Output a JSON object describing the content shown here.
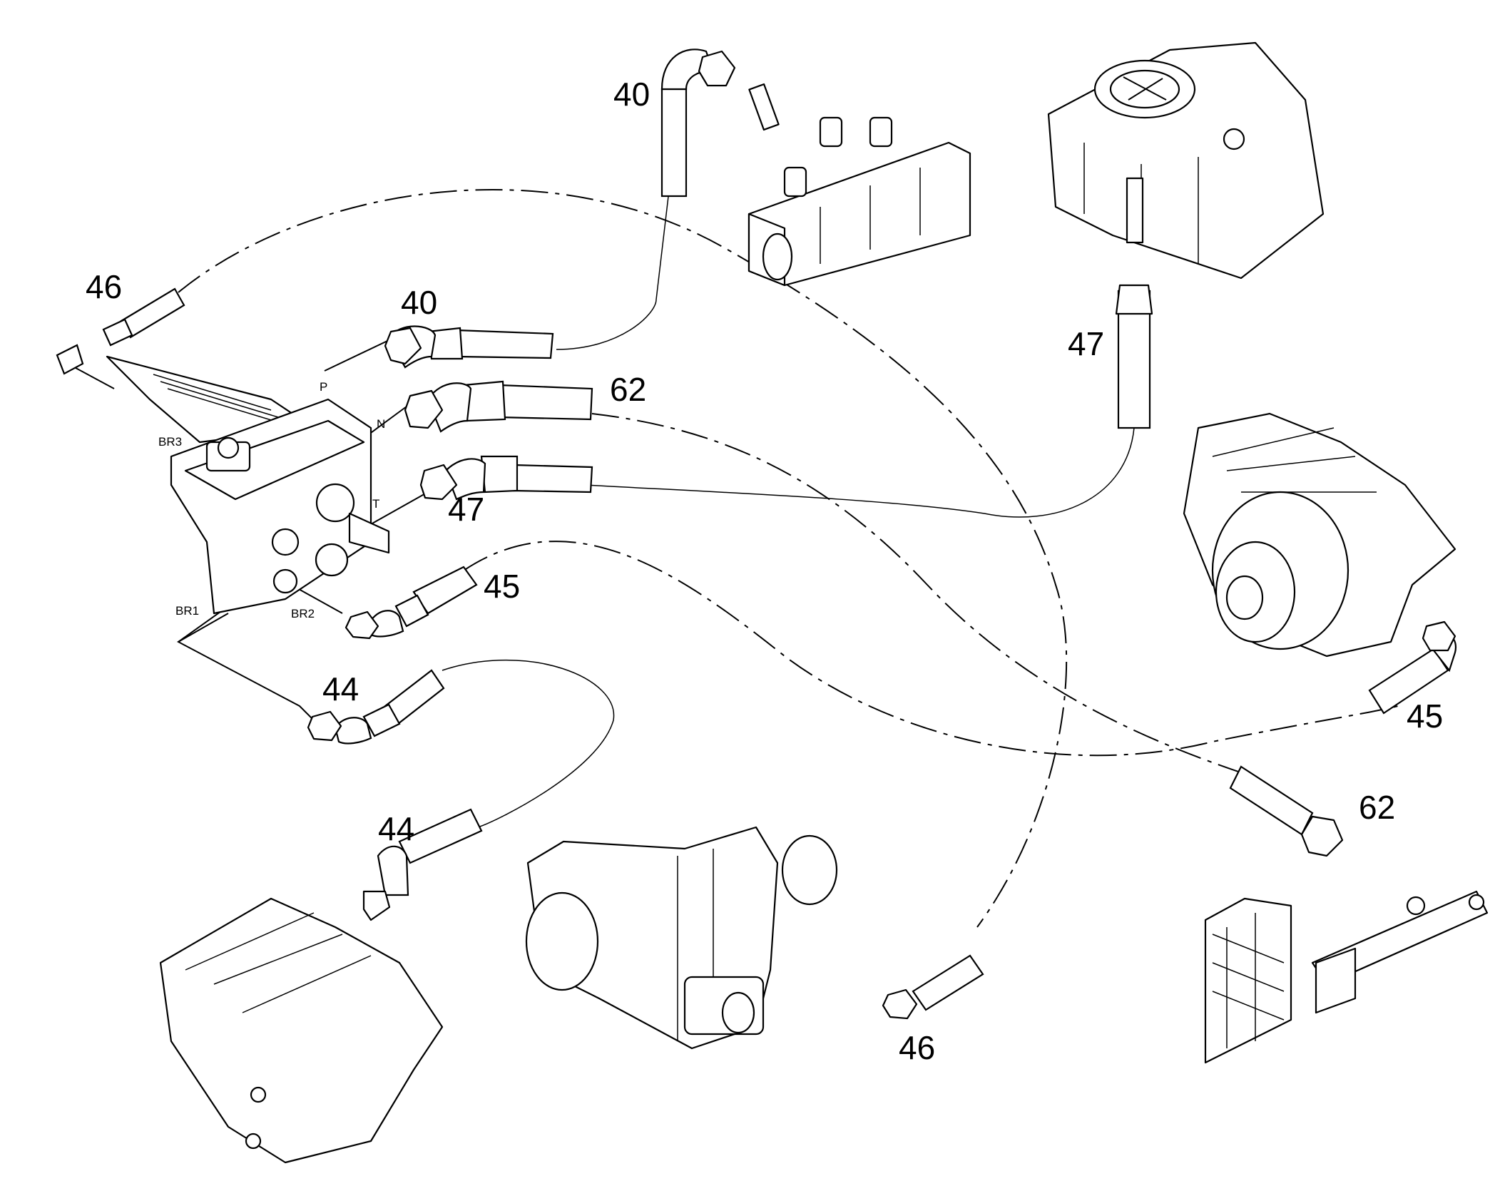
{
  "diagram": {
    "part_numbers": {
      "hose_40_pump": "40",
      "hose_40_valve": "40",
      "hose_46_valve": "46",
      "hose_46_axle": "46",
      "hose_62_valve": "62",
      "hose_62_right": "62",
      "hose_47_valve": "47",
      "hose_47_tank": "47",
      "hose_45_valve": "45",
      "hose_45_right": "45",
      "hose_44_valve": "44",
      "hose_44_lower": "44"
    },
    "port_labels": {
      "p": "P",
      "n": "N",
      "t": "T",
      "br1": "BR1",
      "br2": "BR2",
      "br3": "BR3"
    },
    "components": {
      "brake_valve": "brake-valve-pedal-icon",
      "hydraulic_pump": "hydraulic-pump-icon",
      "tank_filter": "tank-filter-icon",
      "front_axle_right": "axle-housing-icon",
      "rear_axle_center": "axle-flange-icon",
      "axle_lower_left": "axle-housing-icon",
      "accumulator_block": "manifold-block-icon"
    }
  }
}
